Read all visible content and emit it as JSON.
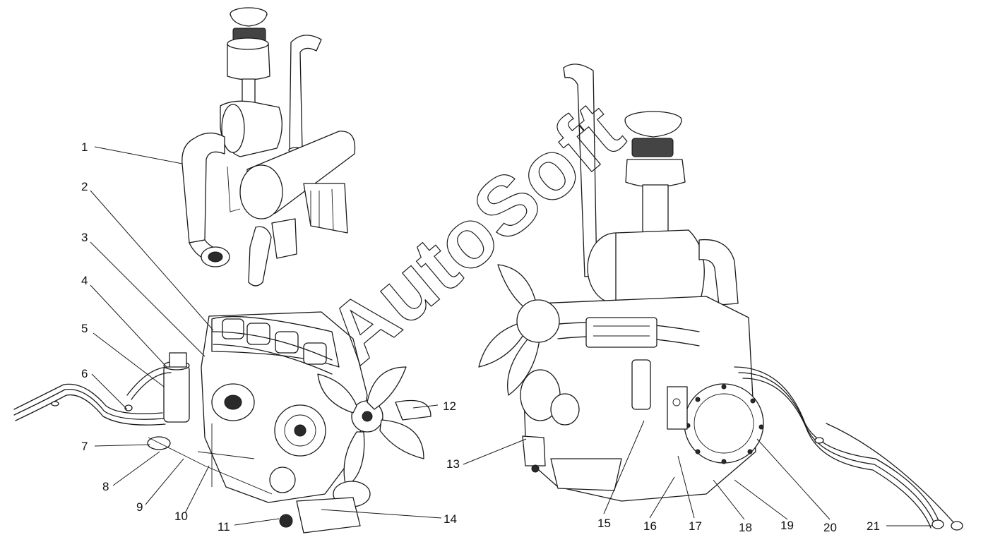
{
  "watermark": "AutoSoft",
  "callouts": [
    "1",
    "2",
    "3",
    "4",
    "5",
    "6",
    "7",
    "8",
    "9",
    "10",
    "11",
    "12",
    "13",
    "14",
    "15",
    "16",
    "17",
    "18",
    "19",
    "20",
    "21"
  ]
}
